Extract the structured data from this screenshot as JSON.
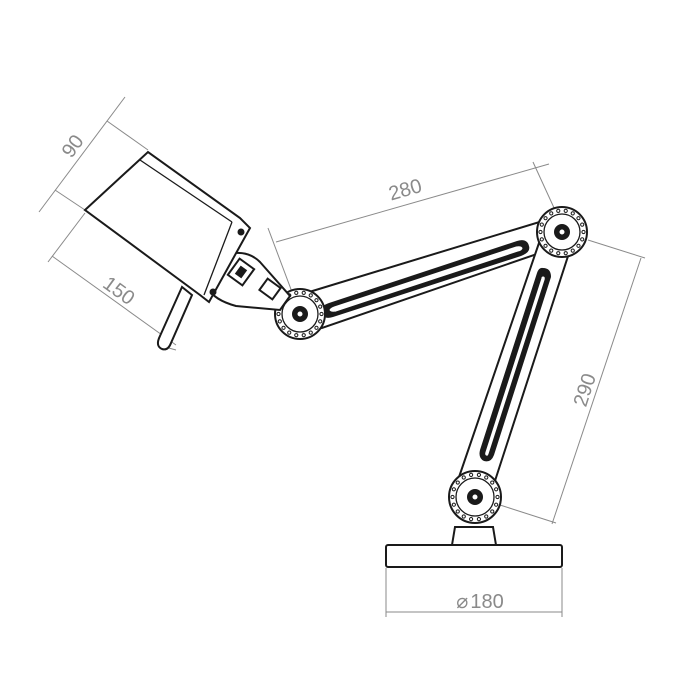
{
  "dimensions": {
    "shade_depth": "90",
    "shade_length": "150",
    "upper_arm": "280",
    "lower_arm": "290",
    "base_diameter": "180",
    "diameter_symbol": "⌀"
  },
  "colors": {
    "line": "#1a1a1a",
    "dimension": "#8a8a8a",
    "background": "#ffffff"
  }
}
